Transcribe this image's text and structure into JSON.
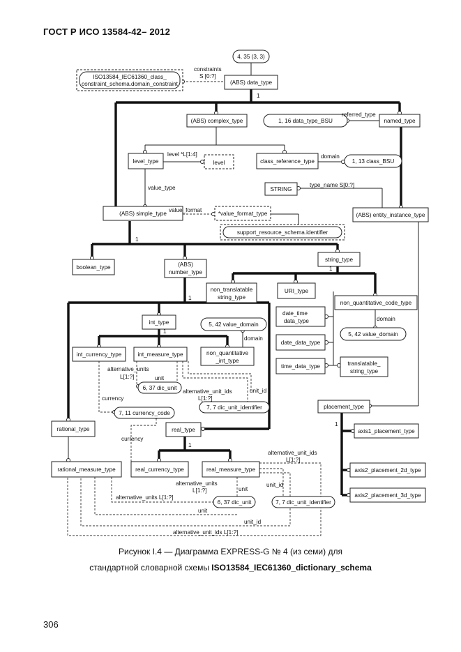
{
  "header": {
    "title": "ГОСТ Р ИСО 13584-42– 2012"
  },
  "diagram": {
    "boxes": {
      "data_type": "(ABS) data_type",
      "constraint_ref": [
        "ISO13584_IEC61360_class_",
        "constraint_schema.domain_constraint"
      ],
      "complex_type": "(ABS) complex_type",
      "named_type": "named_type",
      "level_type": "level_type",
      "level": "level",
      "class_reference_type": "class_reference_type",
      "string": "STRING",
      "simple_type": "(ABS) simple_type",
      "value_format_type": "*value_format_type",
      "support_ref": "support_resource_schema.identifier",
      "entity_instance_type": "(ABS) entity_instance_type",
      "boolean_type": "boolean_type",
      "number_type": [
        "(ABS)",
        "number_type"
      ],
      "string_type": "string_type",
      "non_translatable": [
        "non_translatable",
        "string_type"
      ],
      "uri_type": "URI_type",
      "non_quant_code": "non_quantitative_code_type",
      "date_time": [
        "date_time",
        "data_type"
      ],
      "date_data": "date_data_type",
      "time_data": "time_data_type",
      "translatable": [
        "translatable_",
        "string_type"
      ],
      "int_type": "int_type",
      "int_currency": "int_currency_type",
      "int_measure": "int_measure_type",
      "non_quant_int": [
        "non_quantitative",
        "_int_type"
      ],
      "placement_type": "placement_type",
      "axis1": "axis1_placement_type",
      "axis2_2d": "axis2_placement_2d_type",
      "axis2_3d": "axis2_placement_3d_type",
      "rational_type": "rational_type",
      "real_type": "real_type",
      "rational_measure": "rational_measure_type",
      "real_currency": "real_currency_type",
      "real_measure": "real_measure_type"
    },
    "refs": {
      "page_ref": "4, 35 (3, 3)",
      "data_type_bsu": "1, 16 data_type_BSU",
      "class_bsu": "1, 13 class_BSU",
      "value_domain_1": "5, 42 value_domain",
      "value_domain_2": "5, 42 value_domain",
      "dic_unit_1": "6, 37 dic_unit",
      "dic_unit_id_1": "7, 7 dic_unit_identifier",
      "currency_code": "7, 11 currency_code",
      "dic_unit_2": "6, 37 dic_unit",
      "dic_unit_id_2": "7, 7 dic_unit_identifier"
    },
    "labels": {
      "constraints": "constraints",
      "constraints_s": "S [0:?]",
      "one": "1",
      "referred_type": "referred_type",
      "level_l": "level *L[1:4]",
      "domain": "domain",
      "value_type": "value_type",
      "type_name": "type_name S[0:?]",
      "value_format": "value_format",
      "alt_units": "alternative_units",
      "l1": "L[1:?]",
      "unit": "unit",
      "alt_unit_ids": "alternative_unit_ids",
      "unit_id": "unit_id",
      "currency": "currency",
      "alt_units_l": "alternative_units L[1:?]",
      "alt_unit_ids_l": "alternative_unit_ids L[1:?]"
    }
  },
  "caption": {
    "line1": "Рисунок I.4 — Диаграмма EXPRESS-G № 4 (из семи) для",
    "line2_prefix": "стандартной словарной схемы ",
    "line2_bold": "ISO13584_IEC61360_dictionary_schema"
  },
  "page_number": "306"
}
